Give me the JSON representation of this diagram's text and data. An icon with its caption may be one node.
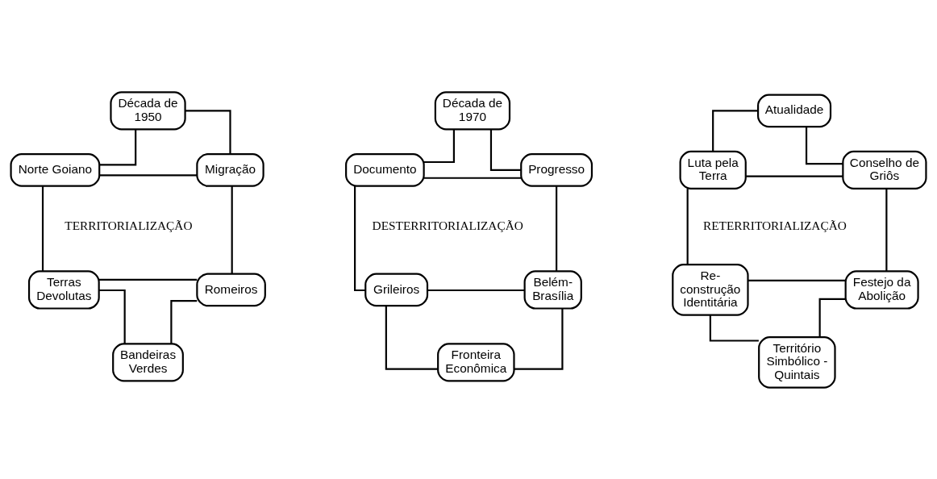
{
  "diagram": {
    "nodes": [
      {
        "text": [
          "Década de 1950"
        ]
      },
      {
        "text": [
          "Norte Goiano"
        ]
      },
      {
        "text": [
          "Migração"
        ]
      },
      {
        "text": [
          "Terras Devolutas"
        ]
      },
      {
        "text": [
          "Romeiros"
        ]
      },
      {
        "text": [
          "Bandeiras Verdes"
        ]
      },
      {
        "text": [
          "Década de 1970"
        ]
      },
      {
        "text": [
          "Documento"
        ]
      },
      {
        "text": [
          "Progresso"
        ]
      },
      {
        "text": [
          "Grileiros"
        ]
      },
      {
        "text": [
          "Belém- Brasília"
        ]
      },
      {
        "text": [
          "Fronteira Econômica"
        ]
      },
      {
        "text": [
          "Atualidade"
        ]
      },
      {
        "text": [
          "Luta pela Terra"
        ]
      },
      {
        "text": [
          "Conselho de Griôs"
        ]
      },
      {
        "text": [
          "Re- construção Identitária"
        ]
      },
      {
        "text": [
          "Festejo da Abolição"
        ]
      },
      {
        "text": [
          "Território Simbólico - Quintais"
        ]
      }
    ],
    "edges": [
      {
        "from": 0,
        "to": 1,
        "arrow": "none"
      },
      {
        "from": 0,
        "to": 2,
        "arrow": "none"
      },
      {
        "from": 1,
        "to": 2,
        "arrow": "none"
      },
      {
        "from": 1,
        "to": 3,
        "arrow": "none"
      },
      {
        "from": 2,
        "to": 4,
        "arrow": "none"
      },
      {
        "from": 3,
        "to": 4,
        "arrow": "none"
      },
      {
        "from": 5,
        "to": 3,
        "arrow": "none"
      },
      {
        "from": 5,
        "to": 4,
        "arrow": "none"
      },
      {
        "from": 6,
        "to": 7,
        "arrow": "none"
      },
      {
        "from": 6,
        "to": 8,
        "arrow": "none"
      },
      {
        "from": 7,
        "to": 8,
        "arrow": "none"
      },
      {
        "from": 7,
        "to": 9,
        "arrow": "none"
      },
      {
        "from": 8,
        "to": 10,
        "arrow": "none"
      },
      {
        "from": 9,
        "to": 10,
        "arrow": "none"
      },
      {
        "from": 11,
        "to": 9,
        "arrow": "none"
      },
      {
        "from": 11,
        "to": 10,
        "arrow": "none"
      },
      {
        "from": 12,
        "to": 13,
        "arrow": "none"
      },
      {
        "from": 12,
        "to": 14,
        "arrow": "none"
      },
      {
        "from": 13,
        "to": 14,
        "arrow": "none"
      },
      {
        "from": 13,
        "to": 15,
        "arrow": "none"
      },
      {
        "from": 14,
        "to": 16,
        "arrow": "none"
      },
      {
        "from": 15,
        "to": 16,
        "arrow": "none"
      },
      {
        "from": 17,
        "to": 15,
        "arrow": "none"
      },
      {
        "from": 17,
        "to": 16,
        "arrow": "none"
      }
    ],
    "labels": [
      "TERRITORIALIZAÇÃO",
      "DESTERRITORIALIZAÇÃO",
      "RETERRITORIALIZAÇÃO"
    ]
  }
}
